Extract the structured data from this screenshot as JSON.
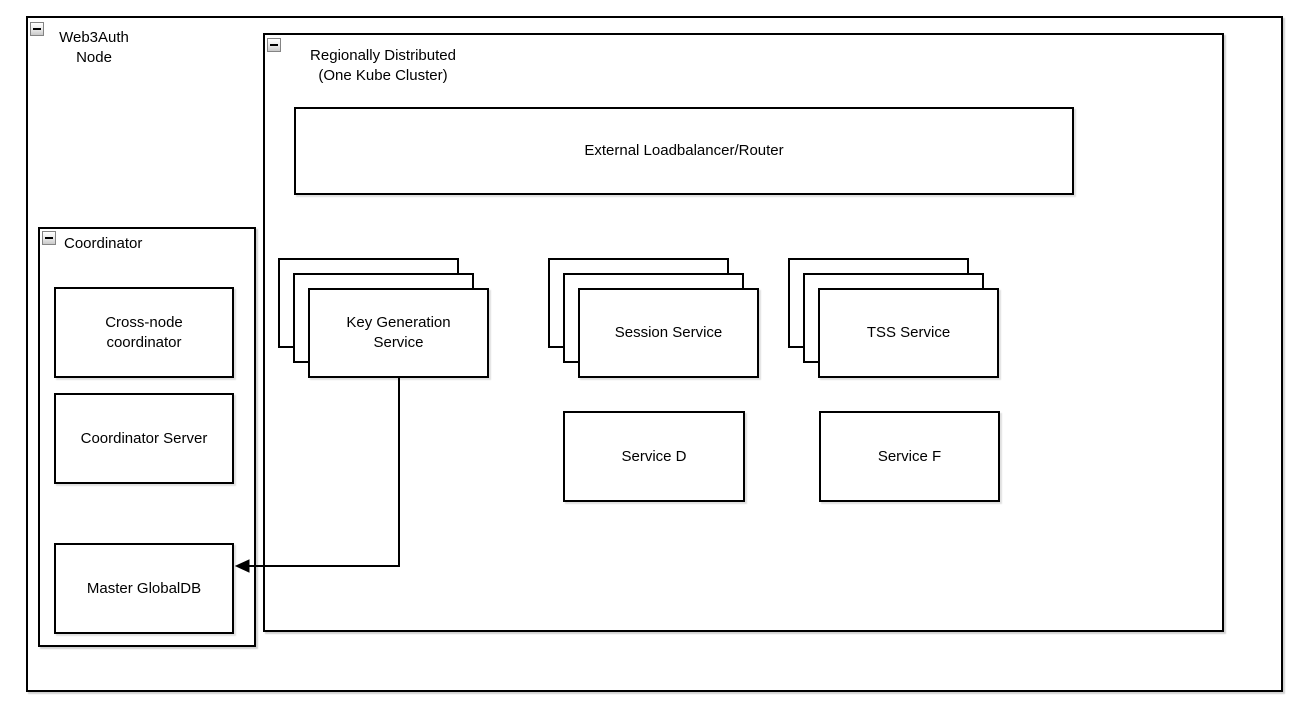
{
  "canvas": {
    "background": "#ffffff",
    "stroke_color": "#000000",
    "shadow_color": "#c8c8c8"
  },
  "groups": {
    "web3auth": {
      "label": "Web3Auth\nNode",
      "collapse_icon": "minus"
    },
    "regional": {
      "label": "Regionally Distributed\n(One Kube Cluster)",
      "collapse_icon": "minus"
    },
    "coordinator": {
      "label": "Coordinator",
      "collapse_icon": "minus"
    }
  },
  "nodes": {
    "loadbalancer": {
      "label": "External Loadbalancer/Router"
    },
    "keygen": {
      "label": "Key Generation\nService",
      "replicas": 3
    },
    "session": {
      "label": "Session Service",
      "replicas": 3
    },
    "tss": {
      "label": "TSS Service",
      "replicas": 3
    },
    "service_d": {
      "label": "Service D"
    },
    "service_f": {
      "label": "Service F"
    },
    "crossnode": {
      "label": "Cross-node\ncoordinator"
    },
    "coordserver": {
      "label": "Coordinator Server"
    },
    "masterdb": {
      "label": "Master GlobalDB"
    }
  },
  "edges": [
    {
      "from": "Key Generation Service",
      "to": "Master GlobalDB",
      "arrow": "filled-triangle-left"
    }
  ]
}
